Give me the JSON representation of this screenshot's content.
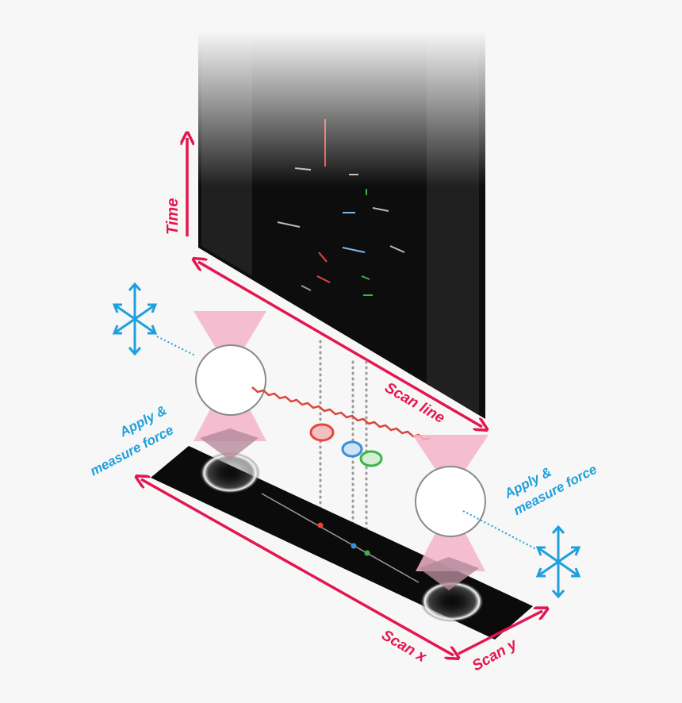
{
  "labels": {
    "time": "Time",
    "scan_line": "Scan line",
    "scan_x": "Scan x",
    "scan_y": "Scan y",
    "force_left_line1": "Apply &",
    "force_left_line2": "measure force",
    "force_right_line1": "Apply &",
    "force_right_line2": "measure force"
  },
  "colors": {
    "axis_red": "#e3174f",
    "control_blue": "#1fa0dc",
    "laser_pink": "#f3b3c9",
    "protein_red": "#e8453c",
    "protein_blue": "#3a8fd6",
    "protein_green": "#3fb24a",
    "panel_black": "#0b0b0b"
  },
  "icons": {
    "left_control": "four-way-arrows-icon",
    "right_control": "four-way-arrows-icon"
  }
}
